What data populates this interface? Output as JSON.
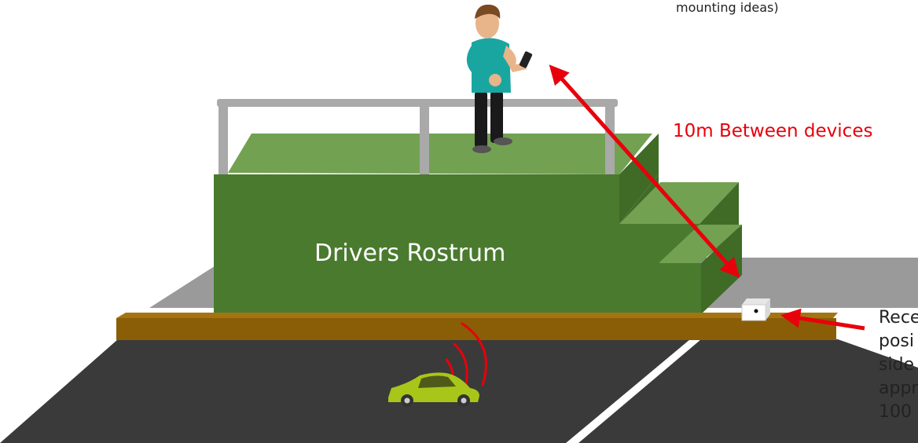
{
  "labels": {
    "top_note": "mounting ideas)",
    "distance": "10m Between devices",
    "rostrum": "Drivers Rostrum",
    "receiver_note_lines": [
      "Rece",
      "posi",
      "side",
      "appr",
      "100"
    ]
  },
  "colors": {
    "arrow": "#e8000b",
    "rostrum_front": "#4a7a2e",
    "rostrum_top": "#72a152",
    "kerb": "#8a5e06",
    "road": "#3a3a3a",
    "lot": "#9a9a9a",
    "car": "#a8c619",
    "signal_waves": "#e8000b"
  },
  "icons": {
    "person": "person-with-phone-icon",
    "car": "rc-car-icon",
    "receiver": "receiver-box-icon"
  }
}
